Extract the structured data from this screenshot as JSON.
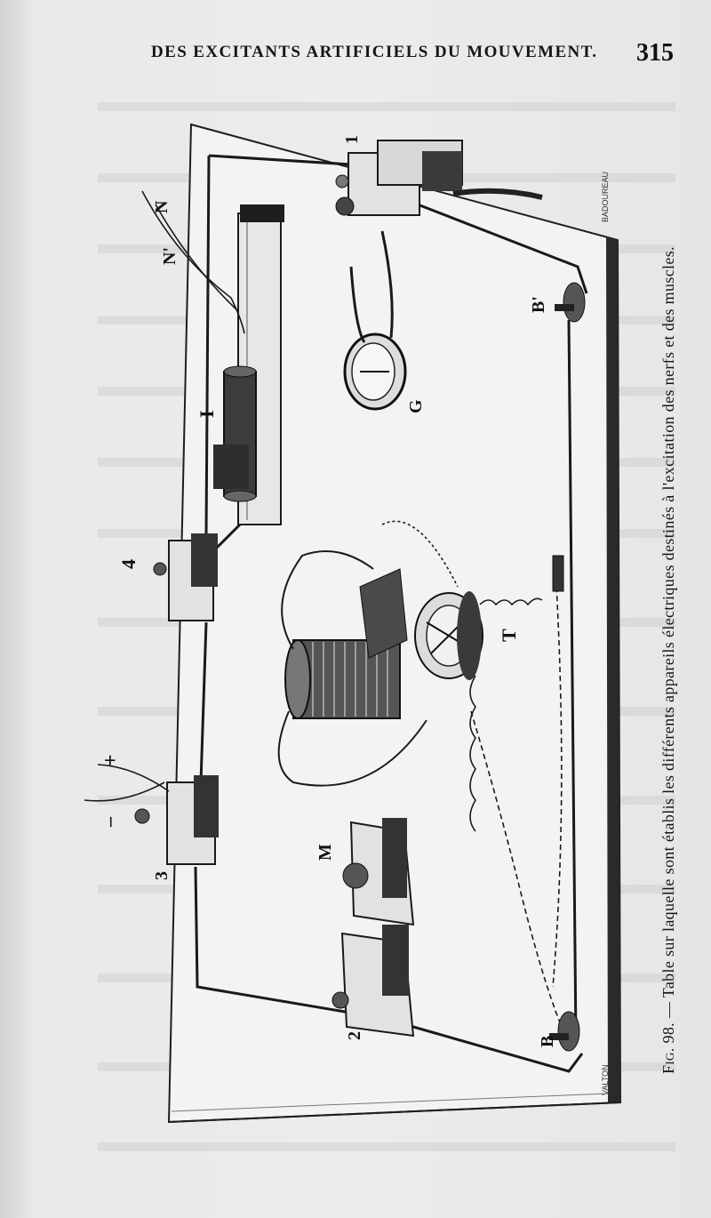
{
  "header": {
    "running_head": "DES EXCITANTS ARTIFICIELS DU MOUVEMENT.",
    "page_number": "315"
  },
  "figure": {
    "labels": {
      "key_1": "1",
      "key_2": "2",
      "key_3": "3",
      "key_4": "4",
      "coil_I": "I",
      "galvanometer_G": "G",
      "commutator_T": "T",
      "apparatus_M": "M",
      "terminal_B": "B",
      "terminal_B_prime": "B'",
      "nerve_N": "N",
      "nerve_N_prime": "N'",
      "pole_plus": "+",
      "pole_minus": "–"
    },
    "signatures": {
      "engraver": "BADOUREAU",
      "artist": "VALTON"
    },
    "caption": {
      "figure_label": "Fig. 98.",
      "text": " — Table sur laquelle sont établis les différents appareils électriques destinés à l'excitation des nerfs et des muscles."
    }
  },
  "colors": {
    "paper": "#ececea",
    "ink": "#161616"
  }
}
